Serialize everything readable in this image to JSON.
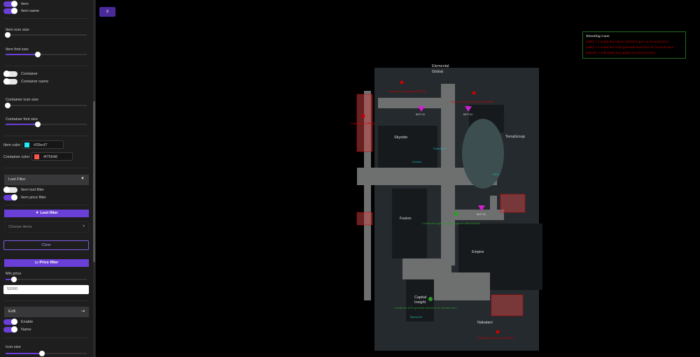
{
  "sidebar": {
    "item_toggle": "Item",
    "item_name_toggle": "Item name",
    "item_icon_size": "Item icon size",
    "item_icon_size_value": 0.03,
    "item_font_size": "Item font size",
    "item_font_size_value": 0.4,
    "container_toggle": "Container",
    "container_name_toggle": "Container name",
    "container_icon_size": "Container icon size",
    "container_icon_size_value": 0.03,
    "container_font_size": "Container font size",
    "container_font_size_value": 0.4,
    "item_color_label": "Item color",
    "item_color": "#20ecf7",
    "container_color_label": "Container color",
    "container_color": "#f75548",
    "loot_filter_header": "Loot Filter",
    "item_loot_filter": "Item loot filter",
    "item_price_filter": "Item price filter",
    "loot_filter_button": "Loot filter",
    "choose_items_placeholder": "Choose items",
    "clear_button": "Clear",
    "price_filter_button": "Price filter",
    "min_price": "Min price",
    "min_price_value": 0.1,
    "min_price_input": "52000",
    "exfil_header": "Exfil",
    "exfil_enable": "Enable",
    "exfil_name": "Name",
    "icon_size": "Icon size",
    "icon_size_value": 0.45
  },
  "menu_button": "lll",
  "legend": {
    "title": "Shooting Cans",
    "lines": [
      "[visit] -> Locate the Utyos machine gun on Ground Zero",
      "[visit] -> Locate the AGS grenade launcher on Ground Zero",
      "[shoot] -> Eliminate any target on Ground Zero"
    ]
  },
  "map": {
    "buildings": [
      "Elemental",
      "Global",
      "Skyside",
      "TerraGroup",
      "Fusion",
      "Empire",
      "Capital",
      "Insight",
      "Nakatani"
    ],
    "bots": [
      "BOT AI",
      "BOT AI",
      "BOT AI"
    ],
    "exfils": [
      "Emercom_checkpoint [OPEN]",
      "Scav_Lands_MedicComp [OPEN]",
      "Nakatani_stairs_free [OPEN]",
      "Police_exit [OPEN]"
    ],
    "quests": [
      "Locate the Utyos machine gun on Ground Zero",
      "Locate the AGS grenade launcher on Ground Zero"
    ],
    "items": [
      "Flashlight",
      "HDD",
      "Screws",
      "Tapeworm"
    ]
  }
}
